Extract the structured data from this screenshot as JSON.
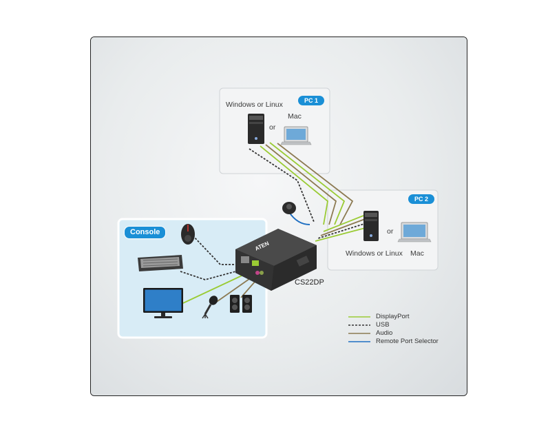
{
  "pc1": {
    "badge": "PC 1",
    "os_label": "Windows or Linux",
    "or_label": "or",
    "mac_label": "Mac"
  },
  "pc2": {
    "badge": "PC 2",
    "os_label": "Windows or Linux",
    "or_label": "or",
    "mac_label": "Mac"
  },
  "console": {
    "badge": "Console"
  },
  "device": {
    "model": "CS22DP",
    "brand": "ATEN"
  },
  "legend": [
    {
      "label": "DisplayPort",
      "color": "#9acb34",
      "style": "solid"
    },
    {
      "label": "USB",
      "color": "#333333",
      "style": "dashed"
    },
    {
      "label": "Audio",
      "color": "#8c7a52",
      "style": "solid"
    },
    {
      "label": "Remote Port Selector",
      "color": "#1f6fc2",
      "style": "solid"
    }
  ],
  "colors": {
    "accent": "#1a8fd6",
    "console_panel": "#d8ecf6"
  },
  "icons": [
    "tower-pc-icon",
    "laptop-icon",
    "mouse-icon",
    "keyboard-icon",
    "monitor-icon",
    "microphone-icon",
    "speakers-icon",
    "remote-selector-icon",
    "kvm-switch-icon"
  ]
}
